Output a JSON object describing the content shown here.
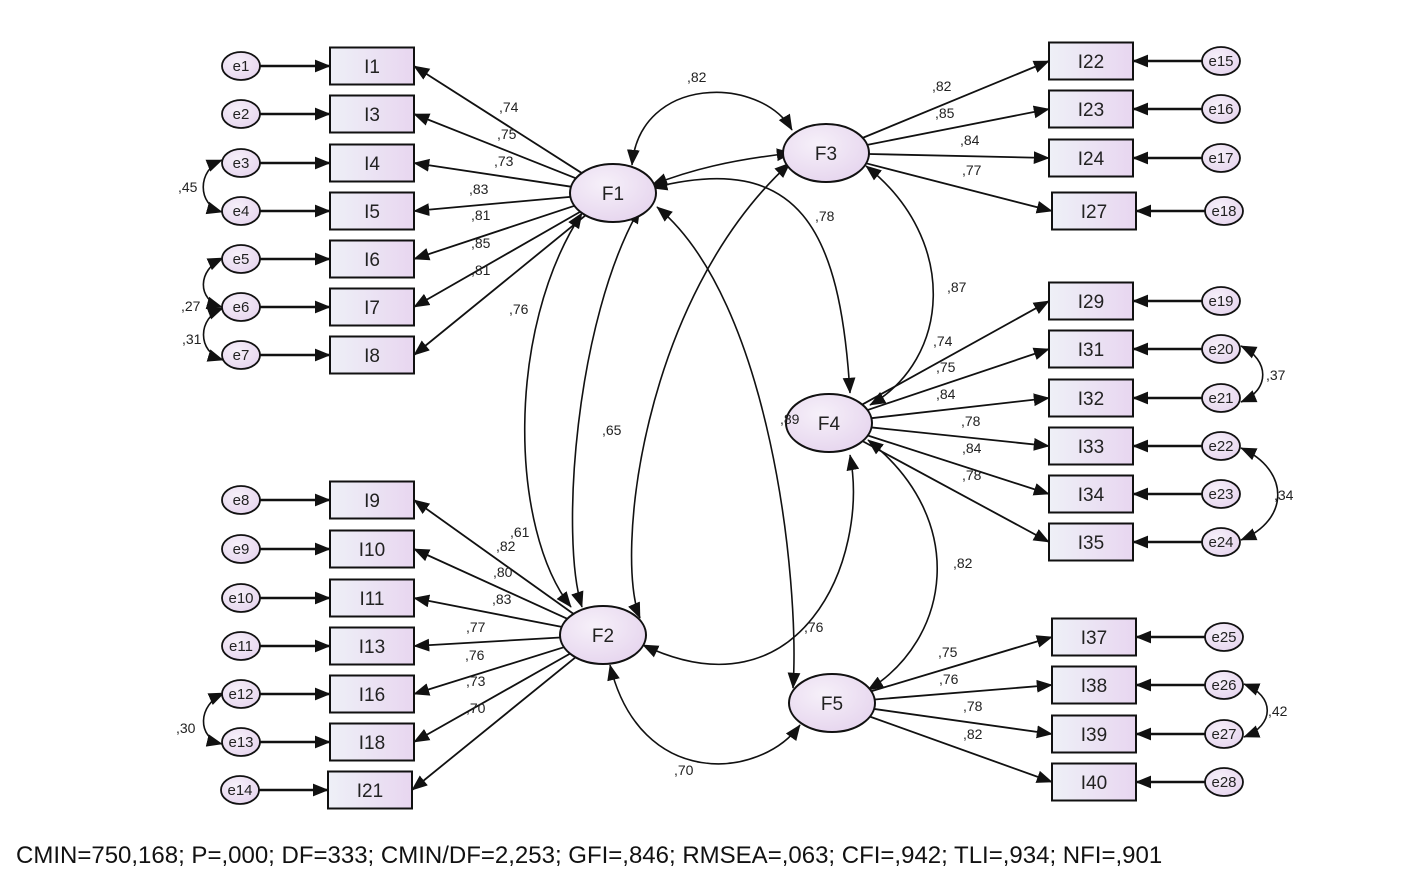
{
  "factors": [
    {
      "id": "F1",
      "label": "F1"
    },
    {
      "id": "F2",
      "label": "F2"
    },
    {
      "id": "F3",
      "label": "F3"
    },
    {
      "id": "F4",
      "label": "F4"
    },
    {
      "id": "F5",
      "label": "F5"
    }
  ],
  "indicators": [
    {
      "id": "I1",
      "label": "I1",
      "factor": "F1",
      "error": "e1",
      "loading": ",74"
    },
    {
      "id": "I3",
      "label": "I3",
      "factor": "F1",
      "error": "e2",
      "loading": ",75"
    },
    {
      "id": "I4",
      "label": "I4",
      "factor": "F1",
      "error": "e3",
      "loading": ",73"
    },
    {
      "id": "I5",
      "label": "I5",
      "factor": "F1",
      "error": "e4",
      "loading": ",83"
    },
    {
      "id": "I6",
      "label": "I6",
      "factor": "F1",
      "error": "e5",
      "loading": ",81"
    },
    {
      "id": "I7",
      "label": "I7",
      "factor": "F1",
      "error": "e6",
      "loading": ",85"
    },
    {
      "id": "I8",
      "label": "I8",
      "factor": "F1",
      "error": "e7",
      "loading": ",81"
    },
    {
      "id": "I9",
      "label": "I9",
      "factor": "F2",
      "error": "e8",
      "loading": ",82"
    },
    {
      "id": "I10",
      "label": "I10",
      "factor": "F2",
      "error": "e9",
      "loading": ",80"
    },
    {
      "id": "I11",
      "label": "I11",
      "factor": "F2",
      "error": "e10",
      "loading": ",83"
    },
    {
      "id": "I13",
      "label": "I13",
      "factor": "F2",
      "error": "e11",
      "loading": ",77"
    },
    {
      "id": "I16",
      "label": "I16",
      "factor": "F2",
      "error": "e12",
      "loading": ",76"
    },
    {
      "id": "I18",
      "label": "I18",
      "factor": "F2",
      "error": "e13",
      "loading": ",73"
    },
    {
      "id": "I21",
      "label": "I21",
      "factor": "F2",
      "error": "e14",
      "loading": ",70"
    },
    {
      "id": "I22",
      "label": "I22",
      "factor": "F3",
      "error": "e15",
      "loading": ",82"
    },
    {
      "id": "I23",
      "label": "I23",
      "factor": "F3",
      "error": "e16",
      "loading": ",85"
    },
    {
      "id": "I24",
      "label": "I24",
      "factor": "F3",
      "error": "e17",
      "loading": ",84"
    },
    {
      "id": "I27",
      "label": "I27",
      "factor": "F3",
      "error": "e18",
      "loading": ",77"
    },
    {
      "id": "I29",
      "label": "I29",
      "factor": "F4",
      "error": "e19",
      "loading": ",74"
    },
    {
      "id": "I31",
      "label": "I31",
      "factor": "F4",
      "error": "e20",
      "loading": ",75"
    },
    {
      "id": "I32",
      "label": "I32",
      "factor": "F4",
      "error": "e21",
      "loading": ",84"
    },
    {
      "id": "I33",
      "label": "I33",
      "factor": "F4",
      "error": "e22",
      "loading": ",78"
    },
    {
      "id": "I34",
      "label": "I34",
      "factor": "F4",
      "error": "e23",
      "loading": ",84"
    },
    {
      "id": "I35",
      "label": "I35",
      "factor": "F4",
      "error": "e24",
      "loading": ",78"
    },
    {
      "id": "I37",
      "label": "I37",
      "factor": "F5",
      "error": "e25",
      "loading": ",75"
    },
    {
      "id": "I38",
      "label": "I38",
      "factor": "F5",
      "error": "e26",
      "loading": ",76"
    },
    {
      "id": "I39",
      "label": "I39",
      "factor": "F5",
      "error": "e27",
      "loading": ",78"
    },
    {
      "id": "I40",
      "label": "I40",
      "factor": "F5",
      "error": "e28",
      "loading": ",82"
    }
  ],
  "factor_covariances": [
    {
      "a": "F1",
      "b": "F3",
      "value": ",82"
    },
    {
      "a": "F1",
      "b": "F4",
      "value": ",78"
    },
    {
      "a": "F1",
      "b": "F2",
      "value": ",76"
    },
    {
      "a": "F1",
      "b": "F5",
      "value": ",89"
    },
    {
      "a": "F2",
      "b": "F3",
      "value": ",65"
    },
    {
      "a": "F2",
      "b": "F4",
      "value": ",76"
    },
    {
      "a": "F2",
      "b": "F5",
      "value": ",70"
    },
    {
      "a": "F3",
      "b": "F4",
      "value": ",87"
    },
    {
      "a": "F4",
      "b": "F5",
      "value": ",82"
    },
    {
      "a": "F1",
      "b": "F2",
      "value": ",61"
    }
  ],
  "error_covariances": [
    {
      "a": "e3",
      "b": "e4",
      "value": ",45"
    },
    {
      "a": "e5",
      "b": "e6",
      "value": ",27"
    },
    {
      "a": "e6",
      "b": "e7",
      "value": ",31"
    },
    {
      "a": "e12",
      "b": "e13",
      "value": ",30"
    },
    {
      "a": "e20",
      "b": "e21",
      "value": ",37"
    },
    {
      "a": "e22",
      "b": "e24",
      "value": ",34"
    },
    {
      "a": "e26",
      "b": "e27",
      "value": ",42"
    }
  ],
  "fit_indices": "CMIN=750,168; P=,000; DF=333; CMIN/DF=2,253; GFI=,846; RMSEA=,063; CFI=,942; TLI=,934; NFI=,901",
  "colors": {
    "box_fill_start": "#eef0f7",
    "box_fill_end": "#e8d6f0",
    "ellipse_fill": "#ede1f2",
    "stroke": "#111111"
  }
}
